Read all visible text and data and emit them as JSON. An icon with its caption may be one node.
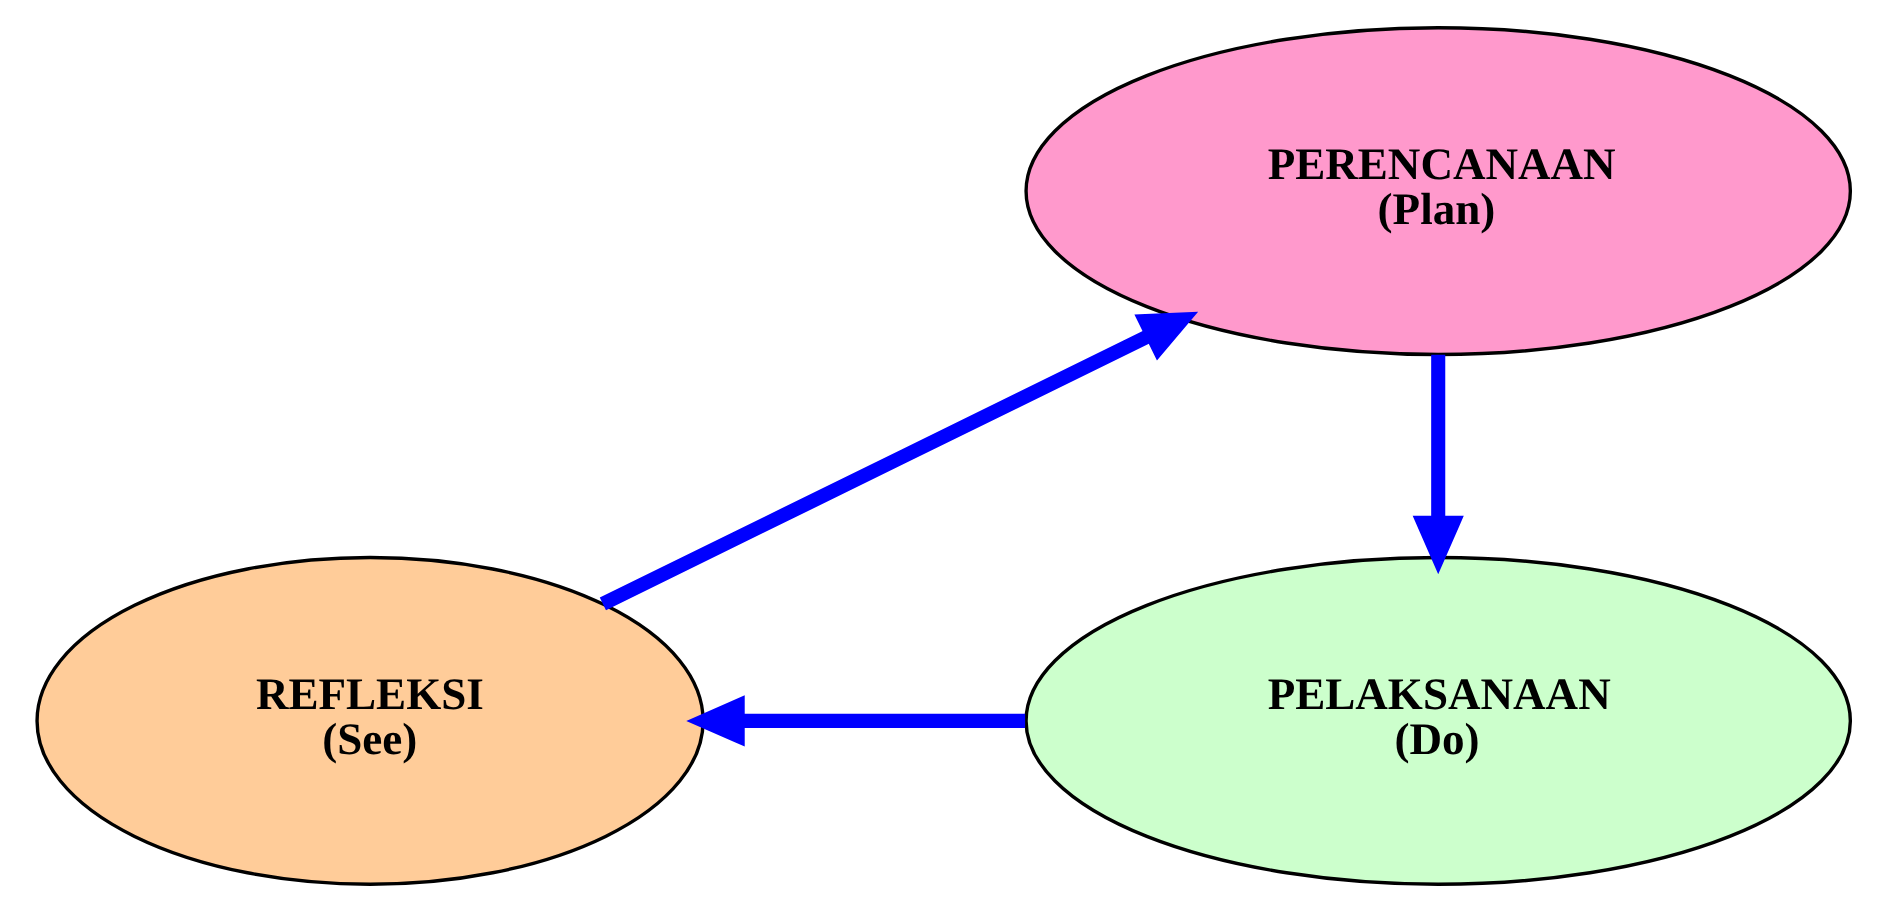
{
  "diagram": {
    "nodes": [
      {
        "text": [
          "PERENCANAAN",
          "(Plan)"
        ]
      },
      {
        "text": [
          "PELAKSANAAN",
          "(Do)"
        ]
      },
      {
        "text": [
          "REFLEKSI",
          "(See)"
        ]
      }
    ],
    "edges": [
      {
        "from": 0,
        "to": 1,
        "arrow": "to",
        "color": "#0000ff"
      },
      {
        "from": 1,
        "to": 2,
        "arrow": "to",
        "color": "#0000ff"
      },
      {
        "from": 2,
        "to": 0,
        "arrow": "to",
        "color": "#0000ff"
      }
    ]
  }
}
